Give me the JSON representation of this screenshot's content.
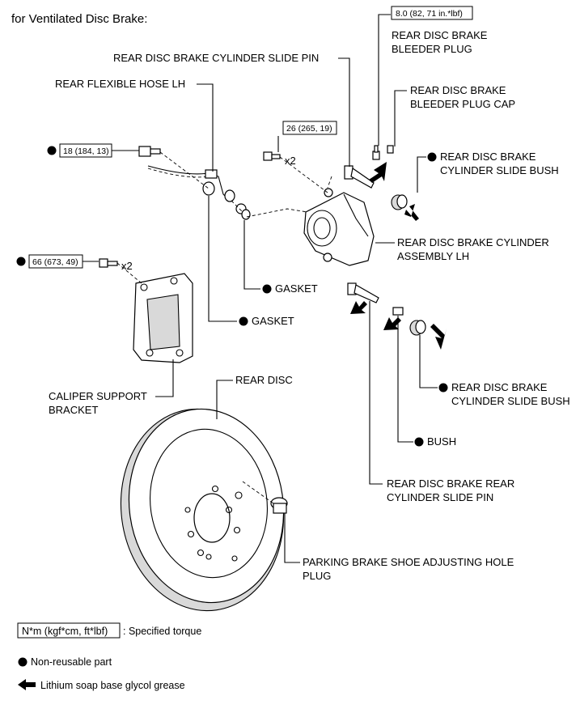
{
  "header": {
    "title": "for Ventilated Disc Brake:"
  },
  "torques": {
    "bleeder_plug": "8.0 (82, 71 in.*lbf)",
    "cylinder_bolt": "26 (265, 19)",
    "union_bolt": "18 (184, 13)",
    "support_bolt": "66 (673, 49)"
  },
  "quantities": {
    "cylinder_bolt": "x2",
    "support_bolt": "x2"
  },
  "labels": {
    "bleeder_plug": [
      "REAR DISC BRAKE",
      "BLEEDER PLUG"
    ],
    "slide_pin": [
      "REAR DISC BRAKE CYLINDER SLIDE PIN"
    ],
    "flexible_hose": [
      "REAR FLEXIBLE HOSE LH"
    ],
    "bleeder_cap": [
      "REAR DISC BRAKE",
      "BLEEDER PLUG CAP"
    ],
    "slide_bush_upper": [
      "REAR DISC BRAKE",
      "CYLINDER SLIDE BUSH"
    ],
    "cylinder_assembly": [
      "REAR DISC BRAKE CYLINDER",
      "ASSEMBLY LH"
    ],
    "gasket_1": [
      "GASKET"
    ],
    "gasket_2": [
      "GASKET"
    ],
    "caliper_support": [
      "CALIPER SUPPORT",
      "BRACKET"
    ],
    "rear_disc": [
      "REAR DISC"
    ],
    "slide_bush_lower": [
      "REAR DISC BRAKE",
      "CYLINDER SLIDE BUSH"
    ],
    "bush": [
      "BUSH"
    ],
    "rear_slide_pin": [
      "REAR DISC BRAKE REAR",
      "CYLINDER SLIDE PIN"
    ],
    "parking_plug": [
      "PARKING BRAKE SHOE ADJUSTING HOLE",
      "PLUG"
    ]
  },
  "legend": {
    "torque_box": "N*m (kgf*cm, ft*lbf)",
    "torque_text": ": Specified torque",
    "nonreusable": "Non-reusable part",
    "grease": "Lithium soap base glycol grease"
  }
}
